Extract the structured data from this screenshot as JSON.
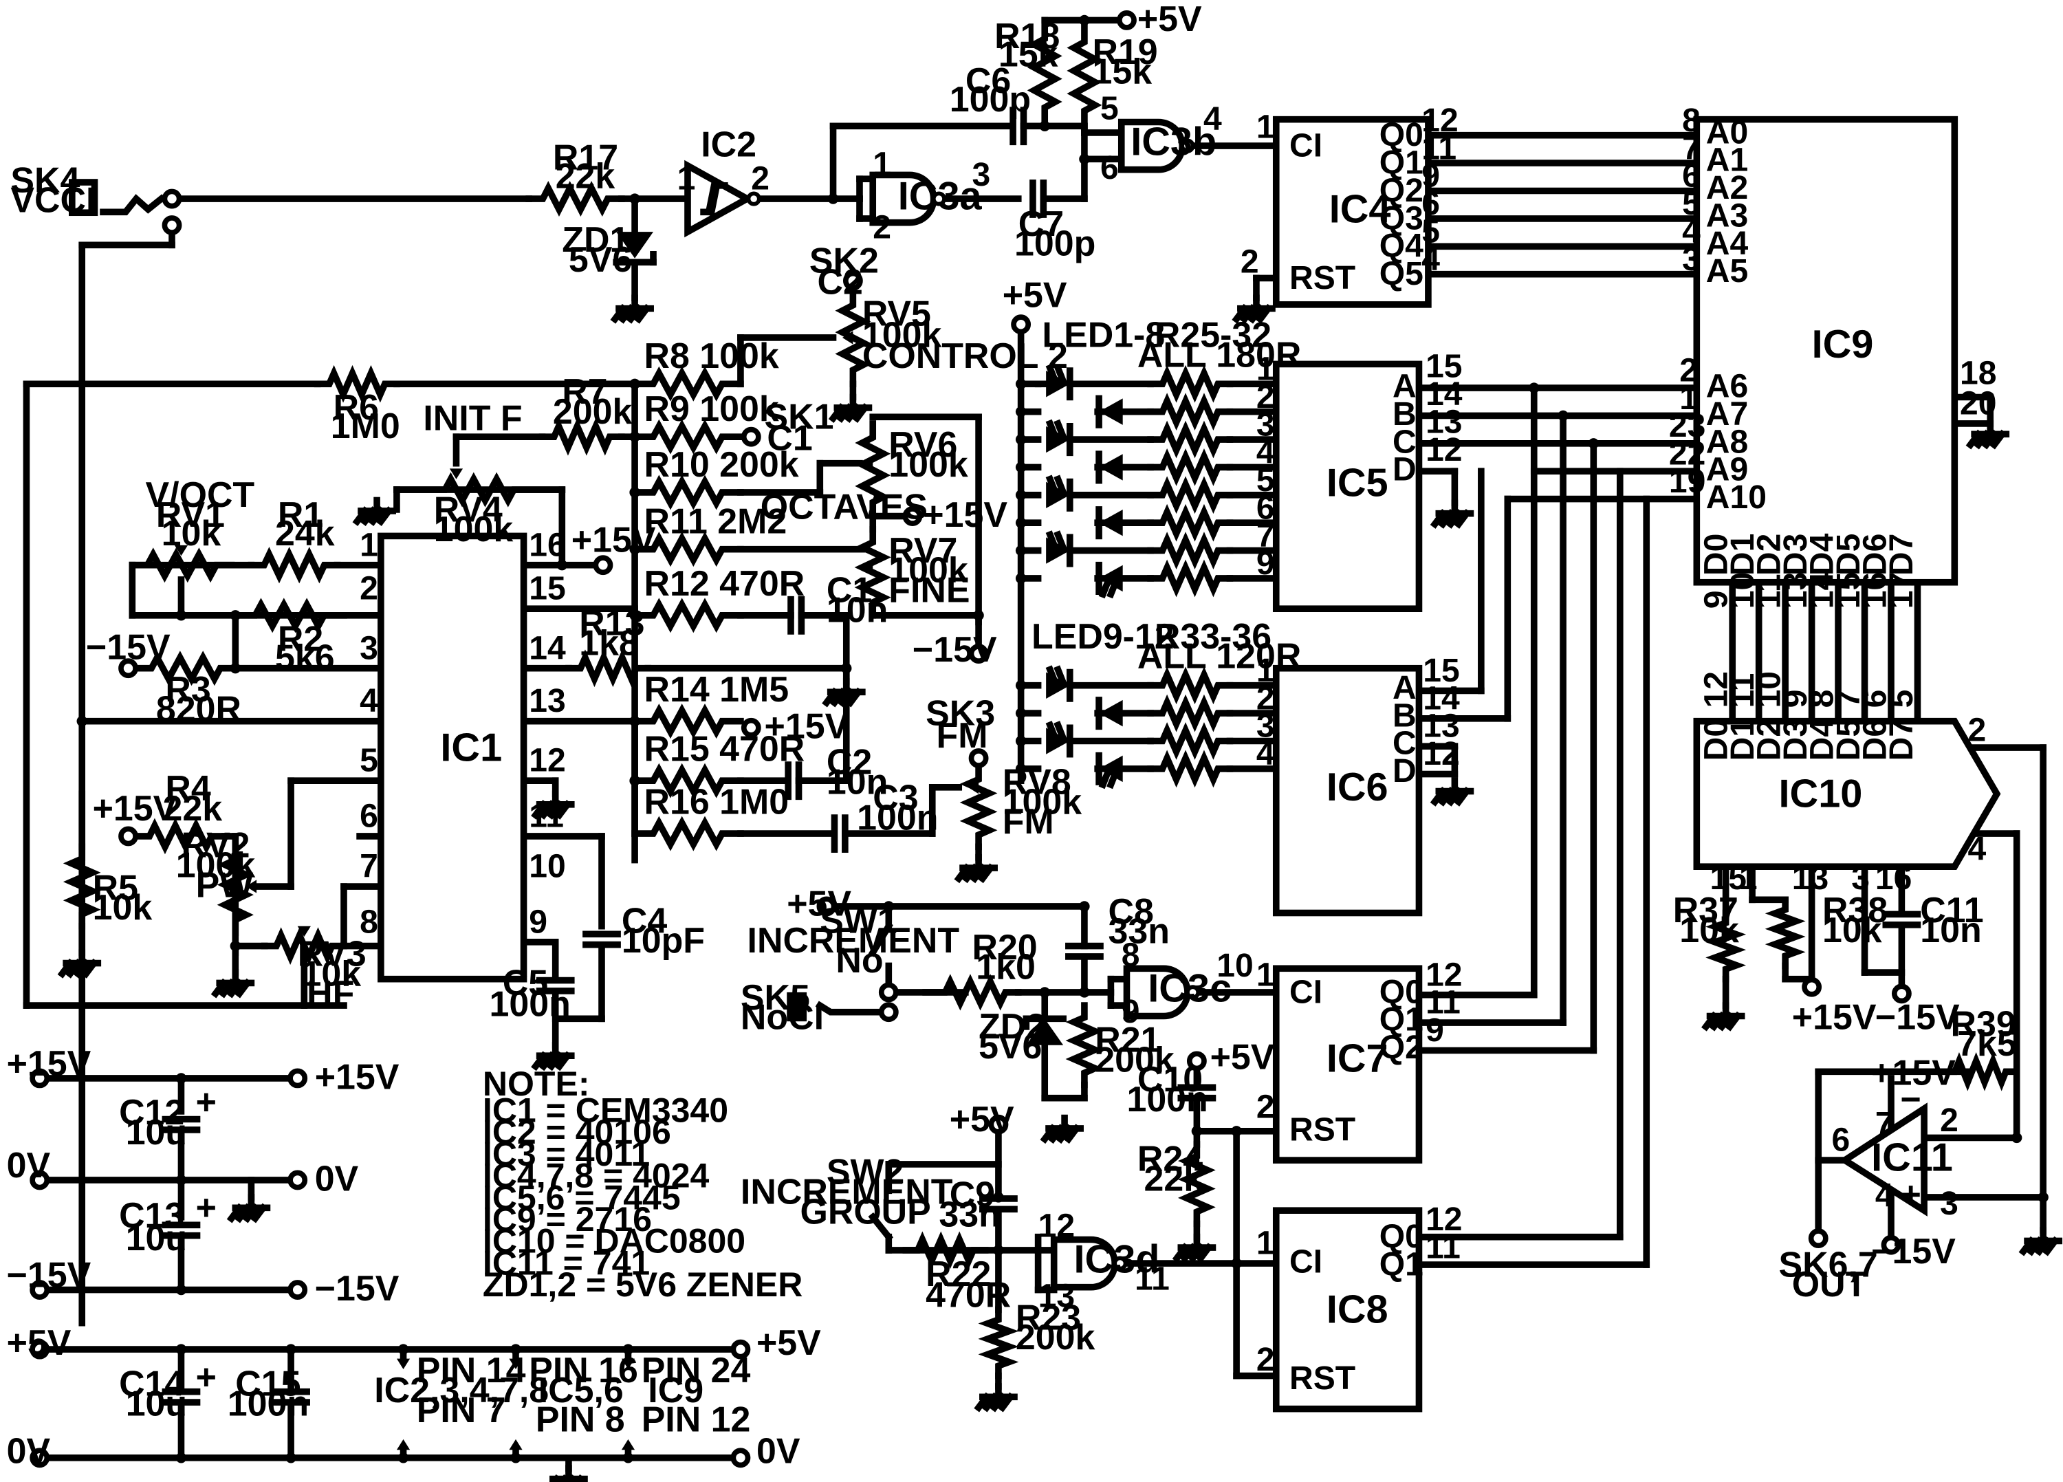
{
  "labels": {
    "sk4": "SK4",
    "sk4b": "VCCI",
    "r17": "R17",
    "r17v": "22k",
    "ic2": "IC2",
    "zd1": "ZD1",
    "zd1v": "5V6",
    "c6": "C6",
    "c6v": "100p",
    "c7": "C7",
    "c7v": "100p",
    "r18": "R18",
    "r18v": "15k",
    "r19": "R19",
    "r19v": "15k",
    "plus5": "+5V",
    "plus15": "+15V",
    "minus15": "−15V",
    "zero": "0V",
    "ic3a": "IC3a",
    "ic3b": "IC3b",
    "ic3c": "IC3c",
    "ic3d": "IC3d",
    "ic1": "IC1",
    "ic4": "IC4",
    "ic5": "IC5",
    "ic6": "IC6",
    "ic7": "IC7",
    "ic8": "IC8",
    "ic9": "IC9",
    "ic10": "IC10",
    "ic11": "IC11",
    "ci": "CI",
    "rst": "RST",
    "sk2": "SK2",
    "c2lbl": "C2",
    "rv5": "RV5",
    "rv5v": "100k",
    "rv5c": "CONTROL 2",
    "r8": "R8 100k",
    "r6": "R6",
    "r6v": "1M0",
    "initf": "INIT F",
    "r7": "R7",
    "r7v": "200k",
    "r9": "R9 100k",
    "sk1": "SK1",
    "c1lbl": "C1",
    "rv6": "RV6",
    "rv6v": "100k",
    "r10": "R10 200k",
    "octaves": "OCTAVES",
    "voct": "V/OCT",
    "rv1": "RV1",
    "rv1v": "10k",
    "r1": "R1",
    "r1v": "24k",
    "rv4": "RV4",
    "rv4v": "100k",
    "r11": "R11 2M2",
    "rv7": "RV7",
    "rv7v": "100k",
    "rv7f": "FINE",
    "r2": "R2",
    "r2v": "5k6",
    "r12": "R12 470R",
    "c1": "C1",
    "c1v": "10n",
    "r3": "R3",
    "r3v": "820R",
    "r13": "R13",
    "r13v": "1k8",
    "r14": "R14 1M5",
    "r15": "R15 470R",
    "c2": "C2",
    "c2v": "10n",
    "sk3": "SK3",
    "fm": "FM",
    "rv8": "RV8",
    "rv8v": "100k",
    "rv8f": "FM",
    "r16": "R16 1M0",
    "c3": "C3",
    "c3v": "100n",
    "r4": "R4",
    "r4v": "22k",
    "rv2": "RV2",
    "rv2v": "100k",
    "rv2p": "PW",
    "rv3": "RV3",
    "rv3v": "10k",
    "rv3h": "HF",
    "r5": "R5",
    "r5v": "10k",
    "c4": "C4",
    "c4v": "10pF",
    "c5": "C5",
    "c5v": "100n",
    "led18": "LED1-8",
    "r2532": "R25-32",
    "all180": "ALL 180R",
    "led912": "LED9-12",
    "r3336": "R33-36",
    "all120": "ALL 120R",
    "a": "A",
    "b": "B",
    "c": "C",
    "d": "D",
    "sw1": "SW1",
    "inc": "INCREMENT",
    "no": "No.",
    "sk5": "SK5",
    "noci": "NoCI",
    "c8": "C8",
    "c8v": "33n",
    "r20": "R20",
    "r20v": "1k0",
    "zd2": "ZD2",
    "zd2v": "5V6",
    "r21": "R21",
    "r21v": "200k",
    "c10": "C10",
    "c10v": "100n",
    "r24": "R24",
    "r24v": "22k",
    "sw2": "SW2",
    "group": "GROUP",
    "c9": "C9",
    "c9v": "33n",
    "r22": "R22",
    "r22v": "470R",
    "r23": "R23",
    "r23v": "200k",
    "r37": "R37",
    "r37v": "10k",
    "r38": "R38",
    "r38v": "10k",
    "c11": "C11",
    "c11v": "10n",
    "r39": "R39",
    "r39v": "7k5",
    "sk67": "SK6,7",
    "out": "OUT",
    "c12": "C12",
    "c12v": "10u",
    "c13": "C13",
    "c13v": "10u",
    "c14": "C14",
    "c14v": "10u",
    "c15": "C15",
    "c15v": "100n",
    "pin14": "PIN 14",
    "pin14b": "IC2,3,4,7,8",
    "pin14c": "PIN 7",
    "pin16": "PIN 16",
    "pin16b": "IC5,6",
    "pin16c": "PIN 8",
    "pin24": "PIN 24",
    "pin24b": "IC9",
    "pin24c": "PIN 12"
  },
  "ic4_outputs": [
    "Q0",
    "Q1",
    "Q2",
    "Q3",
    "Q4",
    "Q5"
  ],
  "ic9_addr_labels": [
    "A0",
    "A1",
    "A2",
    "A3",
    "A4",
    "A5",
    "A6",
    "A7",
    "A8",
    "A9",
    "A10"
  ],
  "ic9_data_labels": [
    "D0",
    "D1",
    "D2",
    "D3",
    "D4",
    "D5",
    "D6",
    "D7"
  ],
  "ic10_data_labels": [
    "D0",
    "D1",
    "D2",
    "D3",
    "D4",
    "D5",
    "D6",
    "D7"
  ],
  "note": {
    "title": "NOTE:",
    "lines": [
      "IC1 = CEM3340",
      "IC2 = 40106",
      "IC3 = 4011",
      "IC4,7,8 = 4024",
      "IC5,6 = 7445",
      "IC9 = 2716",
      "IC10 = DAC0800",
      "IC11 = 741",
      "ZD1,2 = 5V6 ZENER"
    ]
  }
}
